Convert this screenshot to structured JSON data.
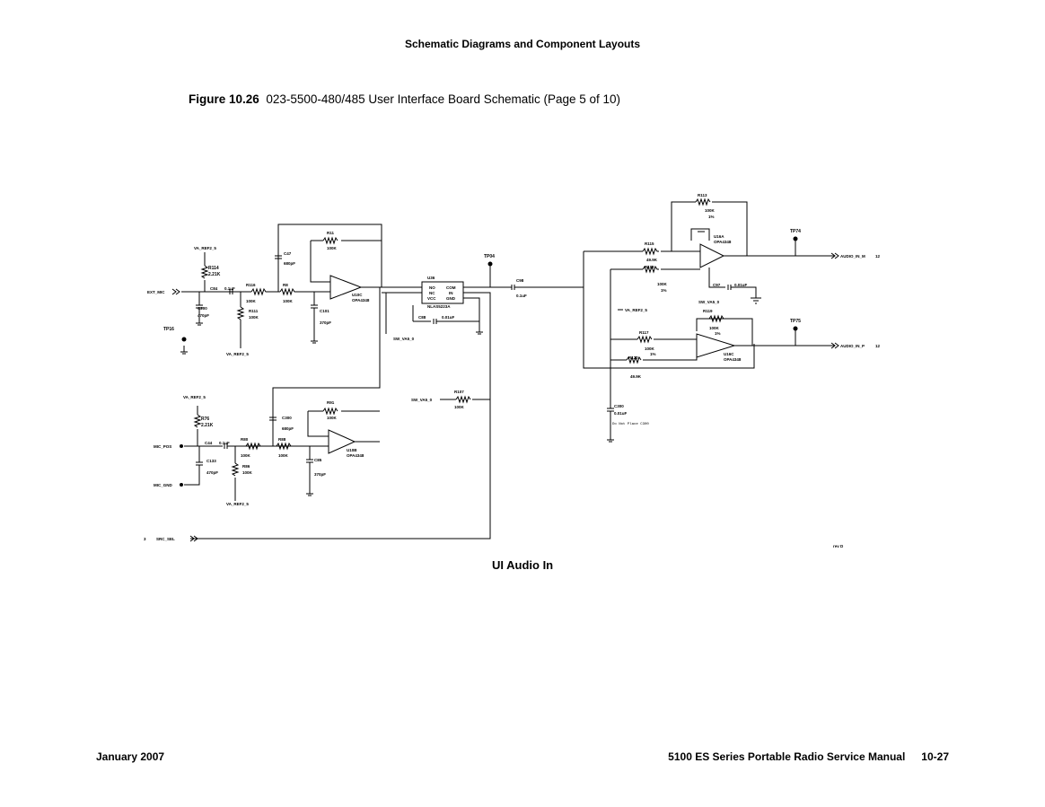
{
  "page": {
    "header": "Schematic Diagrams and Component Layouts",
    "figure_number": "Figure 10.26",
    "figure_title": "023-5500-480/485 User Interface Board Schematic (Page 5 of 10)",
    "footer_left": "January 2007",
    "footer_right": "5100 ES Series Portable Radio Service Manual",
    "page_number": "10-27"
  },
  "schematic": {
    "caption": "UI Audio In",
    "revision": "rev D",
    "note": "Do Not Place C300",
    "nets": {
      "ext_mic": "EXT_MIC",
      "mic_pos": "MIC_POS",
      "mic_gnd": "MIC_GND",
      "va_ref_1": "VA_REF2_5",
      "va_ref_2": "VA_REF2_5",
      "va_ref_3": "VA_REF2_5",
      "va_ref_4": "VA_REF2_5",
      "va_ref_5": "VA_REF2_5",
      "sw_va5_1": "SW_VA5_0",
      "sw_va5_2": "SW_VA5_0",
      "sw_va5_3": "SW_VA5_0",
      "src_sel": "SRC_SEL",
      "src_num": "3",
      "audio_in_m": "AUDIO_IN_M",
      "audio_in_p": "AUDIO_IN_P",
      "out_num_1": "12",
      "out_num_2": "12"
    },
    "test_points": [
      "TP16",
      "TP04",
      "TP74",
      "TP75"
    ],
    "components": {
      "r114": {
        "ref": "R114",
        "val": "2.21K"
      },
      "r76": {
        "ref": "R76",
        "val": "2.21K"
      },
      "r116": {
        "ref": "R116",
        "val": "100K"
      },
      "r111": {
        "ref": "R111",
        "val": "100K"
      },
      "r11": {
        "ref": "R11",
        "val": "100K"
      },
      "r8": {
        "ref": "R8",
        "val": "100K"
      },
      "r91": {
        "ref": "R91",
        "val": "100K"
      },
      "r80": {
        "ref": "R80",
        "val": "100K"
      },
      "r86": {
        "ref": "R86",
        "val": "100K"
      },
      "r88": {
        "ref": "R88",
        "val": "100K"
      },
      "r107": {
        "ref": "R107",
        "val": "100K"
      },
      "r113": {
        "ref": "R113",
        "val": "100K",
        "tol": "1%"
      },
      "r115": {
        "ref": "R115",
        "val": "49.9K"
      },
      "r118": {
        "ref": "R118",
        "val": "100K",
        "tol": "1%"
      },
      "r119": {
        "ref": "R119",
        "val": "100K",
        "tol": "1%"
      },
      "r117": {
        "ref": "R117",
        "val": "100K",
        "tol": "1%"
      },
      "r120": {
        "ref": "R120",
        "val": "49.9K"
      },
      "c200": {
        "ref": "C200",
        "val": "470pF"
      },
      "c133": {
        "ref": "C133",
        "val": "470pF"
      },
      "c84": {
        "ref": "C84",
        "val": "0.1uF"
      },
      "c44": {
        "ref": "C44",
        "val": "0.1uF"
      },
      "c47": {
        "ref": "C47",
        "val": "680pF"
      },
      "c300": {
        "ref": "C300",
        "val": "680pF"
      },
      "c101": {
        "ref": "C101",
        "val": "370pF"
      },
      "c85": {
        "ref": "C85",
        "val": "370pF"
      },
      "c88": {
        "ref": "C88",
        "val": "0.01uF"
      },
      "c98": {
        "ref": "C98",
        "val": "0.1uF"
      },
      "c97": {
        "ref": "C97",
        "val": "0.01uF"
      },
      "c301": {
        "ref": "C300",
        "val": "0.01uF"
      }
    },
    "ics": {
      "u10c": {
        "ref": "U10C",
        "part": "OPA4348"
      },
      "u10b": {
        "ref": "U10B",
        "part": "OPA4348"
      },
      "u16a": {
        "ref": "U16A",
        "part": "OPA4348"
      },
      "u16c": {
        "ref": "U16C",
        "part": "OPA4348"
      },
      "u36": {
        "ref": "U36",
        "part": "NLAS5223A"
      }
    },
    "u36_pins": [
      "NO",
      "NC",
      "VCC",
      "COM",
      "IN",
      "GND"
    ]
  }
}
